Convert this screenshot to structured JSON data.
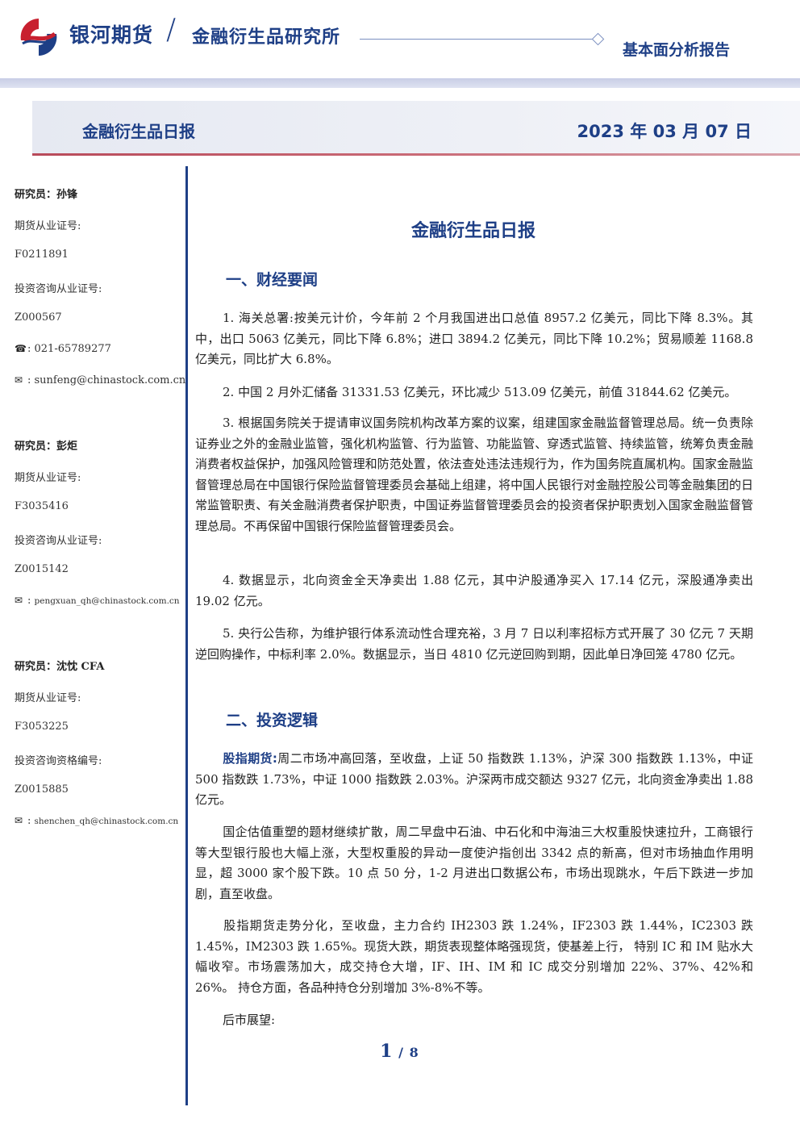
{
  "header": {
    "brand": "银河期货",
    "institute": "金融衍生品研究所",
    "report_type": "基本面分析报告",
    "title_left": "金融衍生品日报",
    "title_date": "2023 年 03 月 07 日"
  },
  "sidebar": [
    {
      "name": "研究员：孙锋",
      "lic_label": "期货从业证号:",
      "lic": "F0211891",
      "cons_label": "投资咨询从业证号:",
      "cons": "Z000567",
      "phone": "021-65789277",
      "email": "sunfeng@chinastock.com.cn"
    },
    {
      "name": "研究员：彭炬",
      "lic_label": "期货从业证号:",
      "lic": "F3035416",
      "cons_label": "投资咨询从业证号:",
      "cons": "Z0015142",
      "phone": "",
      "email": "pengxuan_qh@chinastock.com.cn"
    },
    {
      "name": "研究员：沈忱 CFA",
      "lic_label": "期货从业证号:",
      "lic": "F3053225",
      "cons_label": "投资咨询资格编号:",
      "cons": "Z0015885",
      "phone": "",
      "email": "shenchen_qh@chinastock.com.cn"
    }
  ],
  "doc_title": "金融衍生品日报",
  "section1": {
    "heading": "一、财经要闻",
    "items": [
      "1. 海关总署:按美元计价，今年前 2 个月我国进出口总值 8957.2 亿美元，同比下降 8.3%。其中，出口 5063 亿美元，同比下降 6.8%；进口 3894.2 亿美元，同比下降 10.2%；贸易顺差 1168.8 亿美元，同比扩大 6.8%。",
      "2. 中国 2 月外汇储备 31331.53 亿美元，环比减少 513.09 亿美元，前值 31844.62 亿美元。",
      "3. 根据国务院关于提请审议国务院机构改革方案的议案，组建国家金融监督管理总局。统一负责除证券业之外的金融业监管，强化机构监管、行为监管、功能监管、穿透式监管、持续监管，统筹负责金融消费者权益保护，加强风险管理和防范处置，依法查处违法违规行为，作为国务院直属机构。国家金融监督管理总局在中国银行保险监督管理委员会基础上组建，将中国人民银行对金融控股公司等金融集团的日常监管职责、有关金融消费者保护职责，中国证券监督管理委员会的投资者保护职责划入国家金融监督管理总局。不再保留中国银行保险监督管理委员会。",
      "4. 数据显示，北向资金全天净卖出 1.88 亿元，其中沪股通净买入 17.14 亿元，深股通净卖出 19.02 亿元。",
      "5. 央行公告称，为维护银行体系流动性合理充裕，3 月 7 日以利率招标方式开展了 30 亿元 7 天期逆回购操作，中标利率 2.0%。数据显示，当日 4810 亿元逆回购到期，因此单日净回笼 4780 亿元。"
    ]
  },
  "section2": {
    "heading": "二、投资逻辑",
    "lead_label": "股指期货:",
    "lead_text": "周二市场冲高回落，至收盘，上证 50 指数跌 1.13%，沪深 300 指数跌 1.13%，中证 500 指数跌 1.73%，中证 1000 指数跌 2.03%。沪深两市成交额达 9327 亿元，北向资金净卖出 1.88 亿元。",
    "para2": "国企估值重塑的题材继续扩散，周二早盘中石油、中石化和中海油三大权重股快速拉升，工商银行等大型银行股也大幅上涨，大型权重股的异动一度使沪指创出 3342 点的新高，但对市场抽血作用明显，超 3000 家个股下跌。10 点 50 分，1-2 月进出口数据公布，市场出现跳水，午后下跌进一步加剧，直至收盘。",
    "para3": "股指期货走势分化，至收盘，主力合约 IH2303 跌 1.24%，IF2303 跌 1.44%，IC2303 跌 1.45%，IM2303 跌 1.65%。现货大跌，期货表现整体略强现货，使基差上行， 特别 IC 和 IM 贴水大幅收窄。市场震荡加大，成交持仓大增，IF、IH、IM 和 IC 成交分别增加 22%、37%、42%和 26%。 持仓方面，各品种持仓分别增加 3%-8%不等。",
    "para4": "后市展望:"
  },
  "pager": {
    "current": "1",
    "sep": "/",
    "total": "8"
  },
  "colors": {
    "brand_blue": "#1e3f86",
    "accent_red": "#c8202f"
  }
}
